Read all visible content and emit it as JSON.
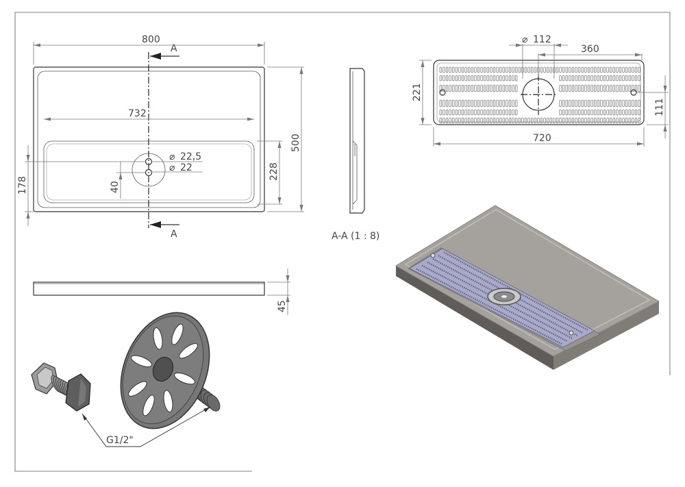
{
  "dims": {
    "w800": "800",
    "w732": "732",
    "h500": "500",
    "h228": "228",
    "h178": "178",
    "h40": "40",
    "d225": "22,5",
    "d22": "22",
    "d112": "112",
    "w360": "360",
    "w720": "720",
    "h221": "221",
    "h111": "111",
    "h45": "45"
  },
  "dia_symbol": "⌀",
  "section": {
    "marker": "A",
    "label": "A-A (1 : 8)"
  },
  "thread_callout": "G1/2\"",
  "colors": {
    "line": "#333333",
    "dimension": "#777777",
    "tray_top": "#a5a19d",
    "tray_side": "#6e6b68",
    "grate": "#a9a9c9",
    "part": "#7c7c7c"
  }
}
